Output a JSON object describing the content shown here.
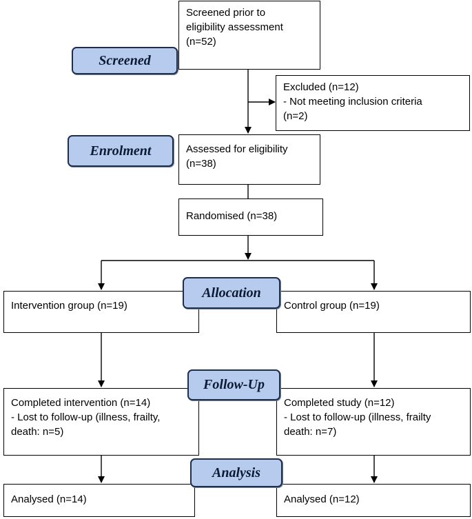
{
  "stages": {
    "screened": "Screened",
    "enrolment": "Enrolment",
    "allocation": "Allocation",
    "follow_up": "Follow-Up",
    "analysis": "Analysis"
  },
  "boxes": {
    "screened": [
      "Screened prior to",
      "eligibility assessment",
      "(n=52)"
    ],
    "excluded": [
      "Excluded (n=12)",
      "- Not meeting inclusion criteria",
      "(n=2)"
    ],
    "assessed": [
      "Assessed for eligibility",
      "(n=38)"
    ],
    "randomised": [
      "Randomised (n=38)"
    ],
    "intervention_group": [
      "Intervention group (n=19)"
    ],
    "control_group": [
      "Control group (n=19)"
    ],
    "completed_intervention": [
      "Completed intervention (n=14)",
      "- Lost to follow-up (illness, frailty,",
      "death: n=5)"
    ],
    "completed_study": [
      "Completed study (n=12)",
      "- Lost to follow-up (illness, frailty",
      "death: n=7)"
    ],
    "analysed_intervention": [
      "Analysed (n=14)"
    ],
    "analysed_control": [
      "Analysed (n=12)"
    ]
  },
  "colors": {
    "stage_fill": "#b7cbee",
    "stage_border": "#1f2f4a",
    "line": "#000000"
  }
}
